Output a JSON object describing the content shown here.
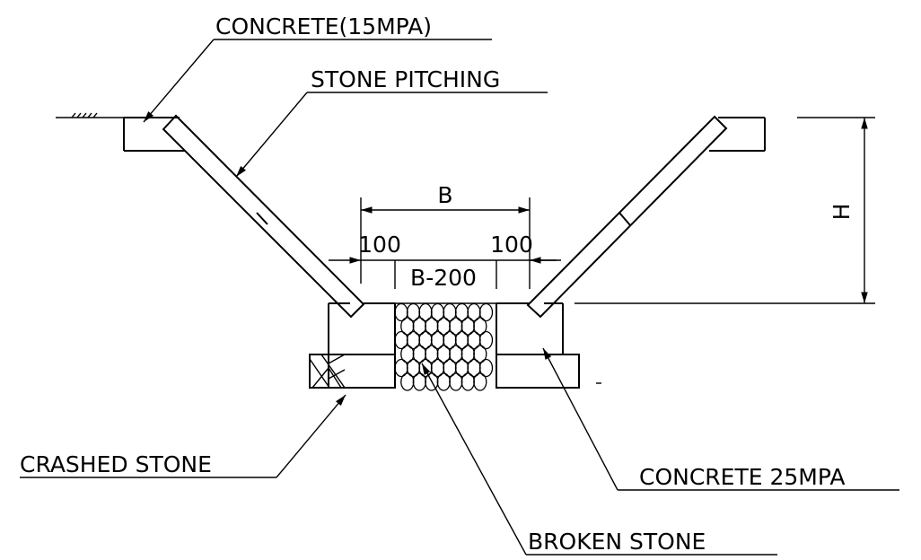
{
  "labels": {
    "concrete_15": "CONCRETE(15MPA)",
    "stone_pitching": "STONE PITCHING",
    "crashed_stone": "CRASHED STONE",
    "concrete_25": "CONCRETE 25MPA",
    "broken_stone": "BROKEN STONE"
  },
  "dimensions": {
    "width_total": "B",
    "width_inner": "B-200",
    "side_left": "100",
    "side_right": "100",
    "height": "H"
  },
  "colors": {
    "line": "#000000",
    "background": "#ffffff"
  }
}
